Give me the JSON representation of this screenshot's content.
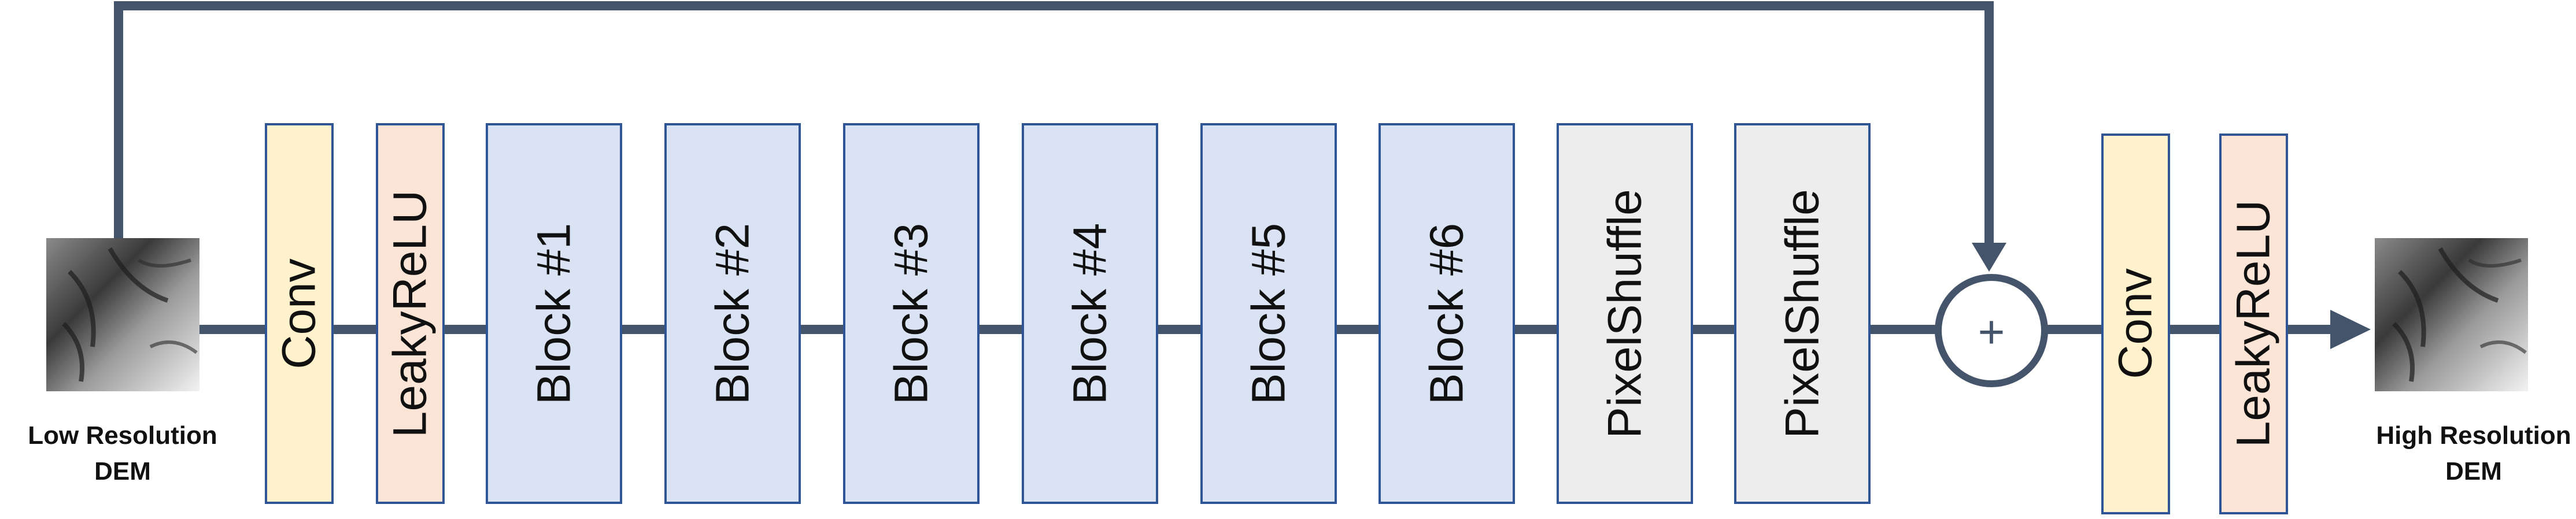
{
  "colors": {
    "line": "#44546a",
    "conv": "#fff2cc",
    "relu": "#fce4d6",
    "block": "#dae3f3",
    "shuffle": "#ededed",
    "stroke": "#2f5597"
  },
  "input": {
    "label_line1": "Low Resolution",
    "label_line2": "DEM"
  },
  "output": {
    "label_line1": "High Resolution",
    "label_line2": "DEM"
  },
  "layers": [
    {
      "label": "Conv",
      "kind": "conv"
    },
    {
      "label": "LeakyReLU",
      "kind": "relu"
    },
    {
      "label": "Block #1",
      "kind": "block"
    },
    {
      "label": "Block #2",
      "kind": "block"
    },
    {
      "label": "Block #3",
      "kind": "block"
    },
    {
      "label": "Block #4",
      "kind": "block"
    },
    {
      "label": "Block #5",
      "kind": "block"
    },
    {
      "label": "Block #6",
      "kind": "block"
    },
    {
      "label": "PixelShuffle",
      "kind": "shuffle"
    },
    {
      "label": "PixelShuffle",
      "kind": "shuffle"
    }
  ],
  "sum_node": {
    "symbol": "+"
  },
  "post_layers": [
    {
      "label": "Conv",
      "kind": "conv"
    },
    {
      "label": "LeakyReLU",
      "kind": "relu"
    }
  ]
}
